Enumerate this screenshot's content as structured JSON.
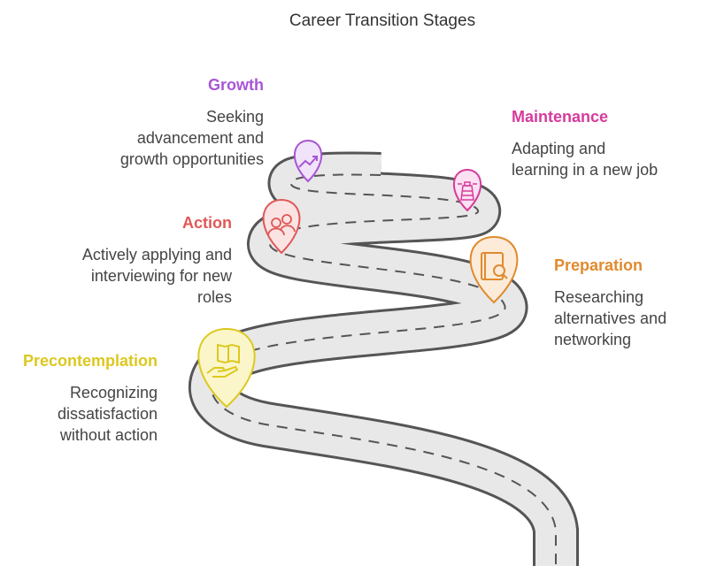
{
  "title": "Career Transition Stages",
  "stages": [
    {
      "name": "Growth",
      "description": "Seeking\nadvancement and\ngrowth opportunities",
      "color": "#a855d6",
      "icon": "trending-up-icon"
    },
    {
      "name": "Maintenance",
      "description": "Adapting and\nlearning in a new job",
      "color": "#d63b9c",
      "icon": "lighthouse-icon"
    },
    {
      "name": "Action",
      "description": "Actively applying and\ninterviewing for new\nroles",
      "color": "#e05757",
      "icon": "people-icon"
    },
    {
      "name": "Preparation",
      "description": "Researching\nalternatives and\nnetworking",
      "color": "#e08a2e",
      "icon": "book-search-icon"
    },
    {
      "name": "Precontemplation",
      "description": "Recognizing\ndissatisfaction\nwithout action",
      "color": "#dcc820",
      "icon": "book-hand-icon"
    }
  ]
}
